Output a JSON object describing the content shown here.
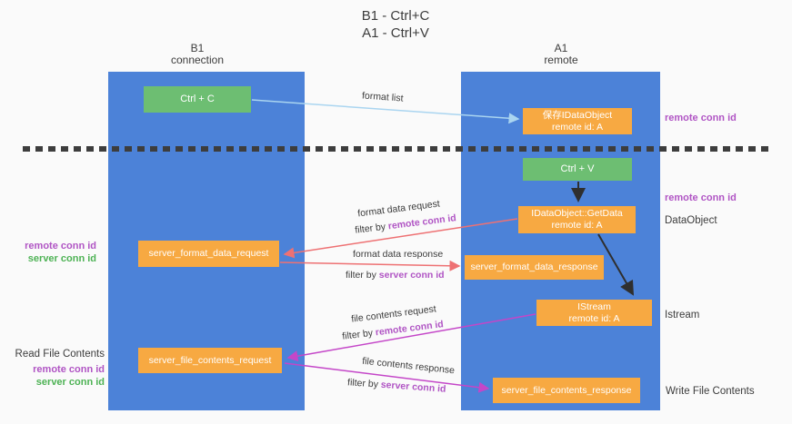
{
  "title": {
    "line1": "B1 - Ctrl+C",
    "line2": "A1 - Ctrl+V"
  },
  "lanes": {
    "left": {
      "header_line1": "B1",
      "header_line2": "connection"
    },
    "right": {
      "header_line1": "A1",
      "header_line2": "remote"
    }
  },
  "nodes": {
    "ctrl_c": "Ctrl + C",
    "ctrl_v": "Ctrl + V",
    "save_dataobject_line1": "保存IDataObject",
    "save_dataobject_line2": "remote id: A",
    "getdata_line1": "IDataObject::GetData",
    "getdata_line2": "remote id: A",
    "istream_line1": "IStream",
    "istream_line2": "remote id: A",
    "format_request": "server_format_data_request",
    "format_response": "server_format_data_response",
    "file_request": "server_file_contents_request",
    "file_response": "server_file_contents_response"
  },
  "edge_labels": {
    "format_list": "format list",
    "format_data_request": "format data request",
    "format_data_response": "format data response",
    "file_contents_request": "file contents request",
    "file_contents_response": "file contents response",
    "filter_by": "filter by ",
    "remote_conn_id": "remote conn id",
    "server_conn_id": "server conn id"
  },
  "side_labels": {
    "remote_conn_id": "remote conn id",
    "server_conn_id": "server conn id",
    "dataobject": "DataObject",
    "istream": "Istream",
    "read_file_contents": "Read File Contents",
    "write_file_contents": "Write File Contents"
  },
  "colors": {
    "lane_blue": "#4c82d8",
    "box_orange": "#f7a942",
    "box_green": "#6dbe72",
    "purple_label": "#b054c4",
    "green_label": "#4db254",
    "salmon_arrow": "#ee7173",
    "magenta_arrow": "#c446c8",
    "light_blue_arrow": "#aad5f0",
    "black_arrow": "#2f2f2f"
  }
}
